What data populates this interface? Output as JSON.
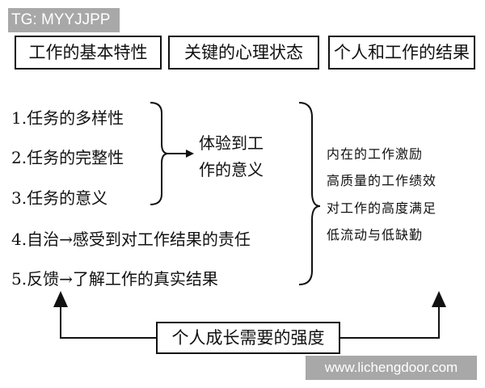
{
  "watermarks": {
    "top": "TG: MYYJJPP",
    "bottom": "www.lichengdoor.com"
  },
  "headers": [
    "工作的基本特性",
    "关键的心理状态",
    "个人和工作的结果"
  ],
  "characteristics": [
    "1.任务的多样性",
    "2.任务的完整性",
    "3.任务的意义",
    "4.自治→感受到对工作结果的责任",
    "5.反馈→了解工作的真实结果"
  ],
  "state": {
    "line1": "体验到工",
    "line2": "作的意义"
  },
  "outcomes": [
    "内在的工作激励",
    "高质量的工作绩效",
    "对工作的高度满足",
    "低流动与低缺勤"
  ],
  "moderator": "个人成长需要的强度"
}
